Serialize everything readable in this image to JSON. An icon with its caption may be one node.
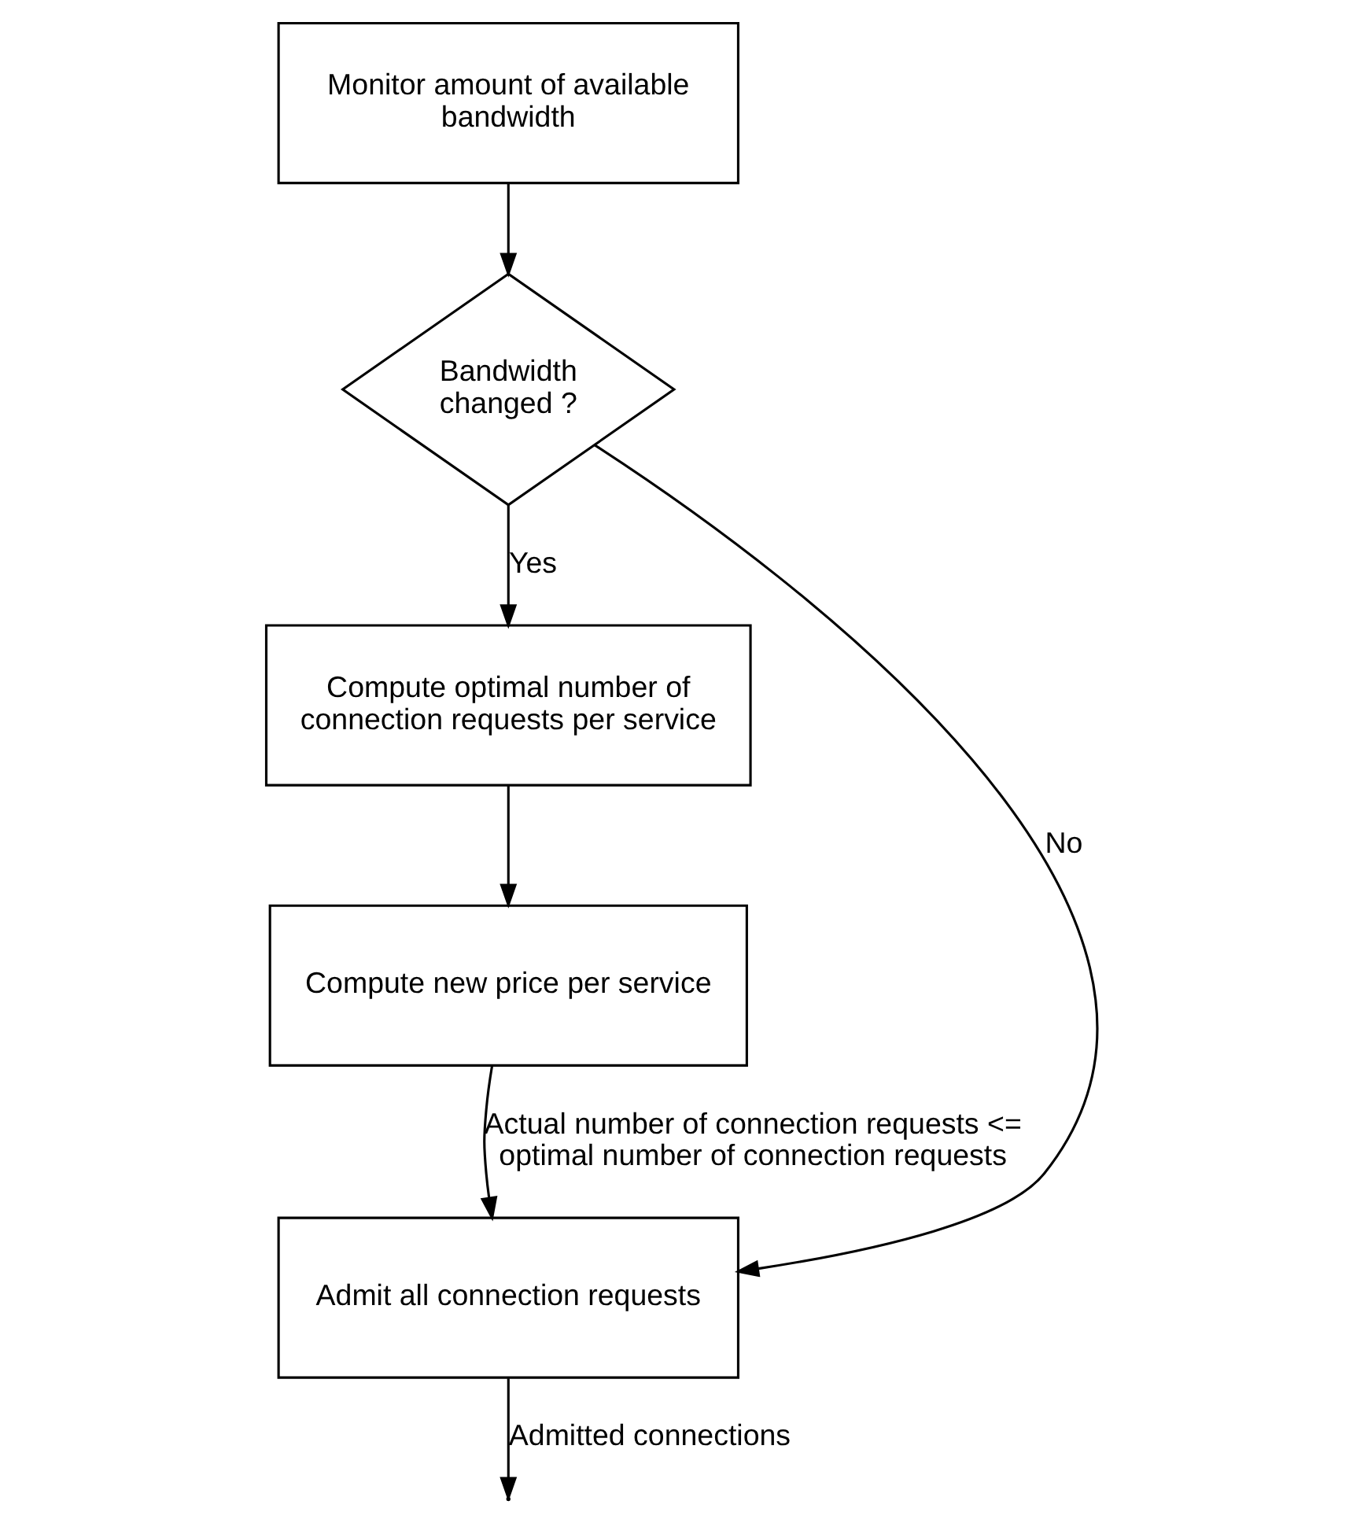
{
  "diagram": {
    "nodes": [
      {
        "text": [
          "Monitor amount of available bandwidth"
        ]
      },
      {
        "text": [
          "Bandwidth changed ?"
        ]
      },
      {
        "text": [
          "Compute optimal number of connection requests per service"
        ]
      },
      {
        "text": [
          "Compute new price per service"
        ]
      },
      {
        "text": [
          "Admit all connection requests"
        ]
      }
    ],
    "edges": [
      {
        "from": 0,
        "to": 1,
        "arrow": "to"
      },
      {
        "from": 1,
        "to": 2,
        "arrow": "to",
        "label": "Yes"
      },
      {
        "from": 1,
        "to": 4,
        "arrow": "to",
        "label": "No"
      },
      {
        "from": 2,
        "to": 3,
        "arrow": "to"
      },
      {
        "from": 3,
        "to": 4,
        "arrow": "to",
        "label": "Actual number of connection requests <= optimal number of connection requests"
      },
      {
        "from": 4,
        "to": null,
        "arrow": "to",
        "label": "Admitted connections"
      }
    ]
  }
}
